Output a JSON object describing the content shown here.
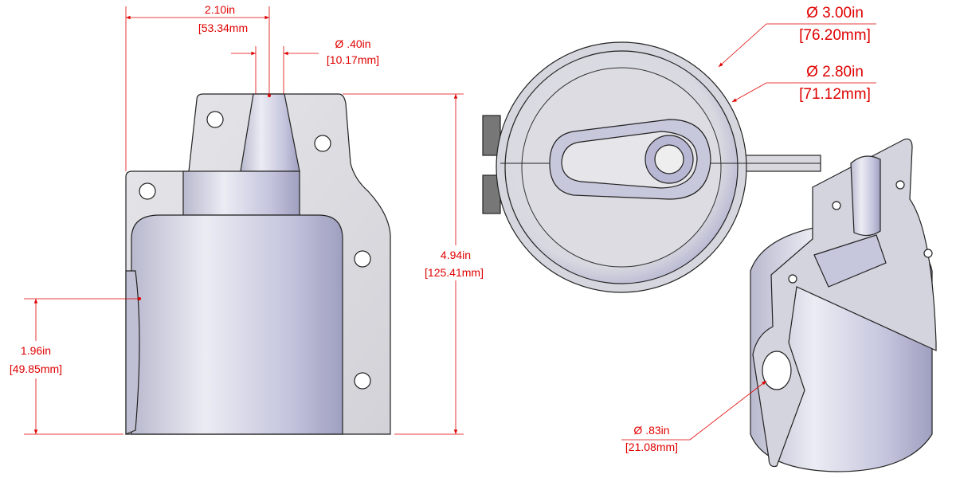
{
  "dimensions": {
    "width_2_10": {
      "in": "2.10in",
      "mm": "[53.34mm"
    },
    "dia_0_40": {
      "in": "Ø .40in",
      "mm": "[10.17mm]"
    },
    "height_4_94": {
      "in": "4.94in",
      "mm": "[125.41mm]"
    },
    "height_1_96": {
      "in": "1.96in",
      "mm": "[49.85mm]"
    },
    "dia_3_00": {
      "in": "Ø 3.00in",
      "mm": "[76.20mm]"
    },
    "dia_2_80": {
      "in": "Ø 2.80in",
      "mm": "[71.12mm]"
    },
    "dia_0_83": {
      "in": "Ø .83in",
      "mm": "[21.08mm]"
    }
  },
  "colors": {
    "dimension": "#e00000",
    "part": "#c9c9d6",
    "part_shade": "#a9a9c4"
  }
}
